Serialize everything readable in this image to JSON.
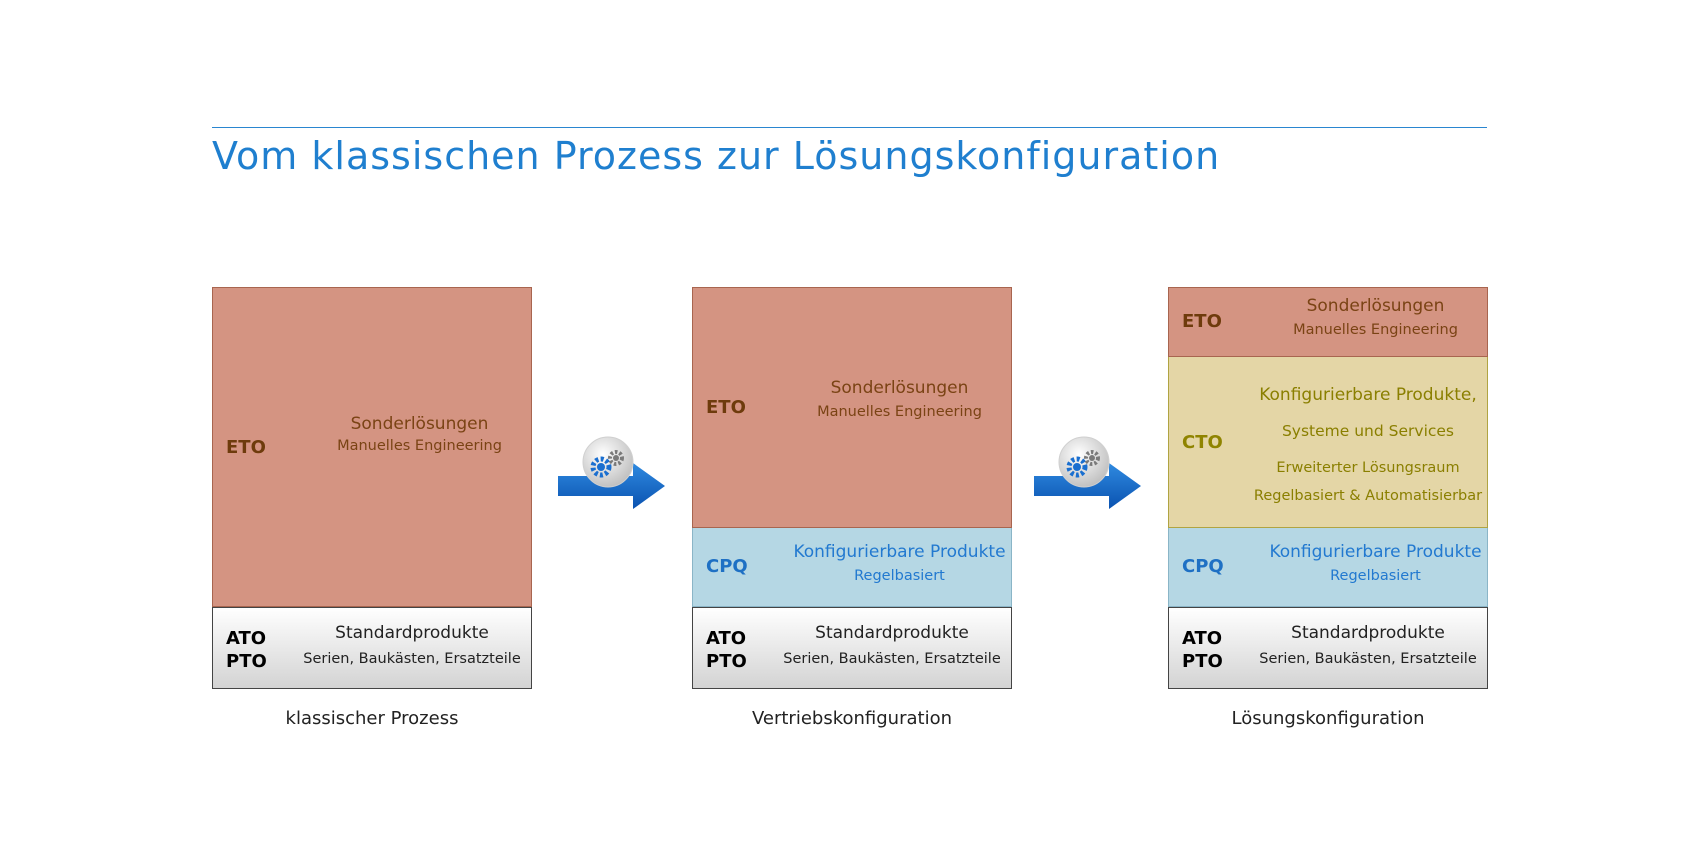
{
  "title": "Vom klassischen Prozess zur Lösungskonfiguration",
  "colors": {
    "accent": "#1f7fcf",
    "eto_fill": "#d49482",
    "cpq_fill": "#b5d7e4",
    "cto_fill": "#e4d6a6",
    "arrow_blue": "#1366c8"
  },
  "arrow_icon": "gears-arrow-icon",
  "columns": [
    {
      "caption": "klassischer Prozess",
      "eto": {
        "code": "ETO",
        "title": "Sonderlösungen",
        "subtitle": "Manuelles Engineering"
      },
      "std": {
        "code1": "ATO",
        "code2": "PTO",
        "title": "Standardprodukte",
        "subtitle": "Serien, Baukästen, Ersatzteile"
      }
    },
    {
      "caption": "Vertriebskonfiguration",
      "eto": {
        "code": "ETO",
        "title": "Sonderlösungen",
        "subtitle": "Manuelles Engineering"
      },
      "cpq": {
        "code": "CPQ",
        "title": "Konfigurierbare Produkte",
        "subtitle": "Regelbasiert"
      },
      "std": {
        "code1": "ATO",
        "code2": "PTO",
        "title": "Standardprodukte",
        "subtitle": "Serien, Baukästen, Ersatzteile"
      }
    },
    {
      "caption": "Lösungskonfiguration",
      "eto": {
        "code": "ETO",
        "title": "Sonderlösungen",
        "subtitle": "Manuelles Engineering"
      },
      "cto": {
        "code": "CTO",
        "title1": "Konfigurierbare Produkte,",
        "title2": "Systeme und Services",
        "subtitle1": "Erweiterter Lösungsraum",
        "subtitle2": "Regelbasiert & Automatisierbar"
      },
      "cpq": {
        "code": "CPQ",
        "title": "Konfigurierbare Produkte",
        "subtitle": "Regelbasiert"
      },
      "std": {
        "code1": "ATO",
        "code2": "PTO",
        "title": "Standardprodukte",
        "subtitle": "Serien, Baukästen, Ersatzteile"
      }
    }
  ]
}
